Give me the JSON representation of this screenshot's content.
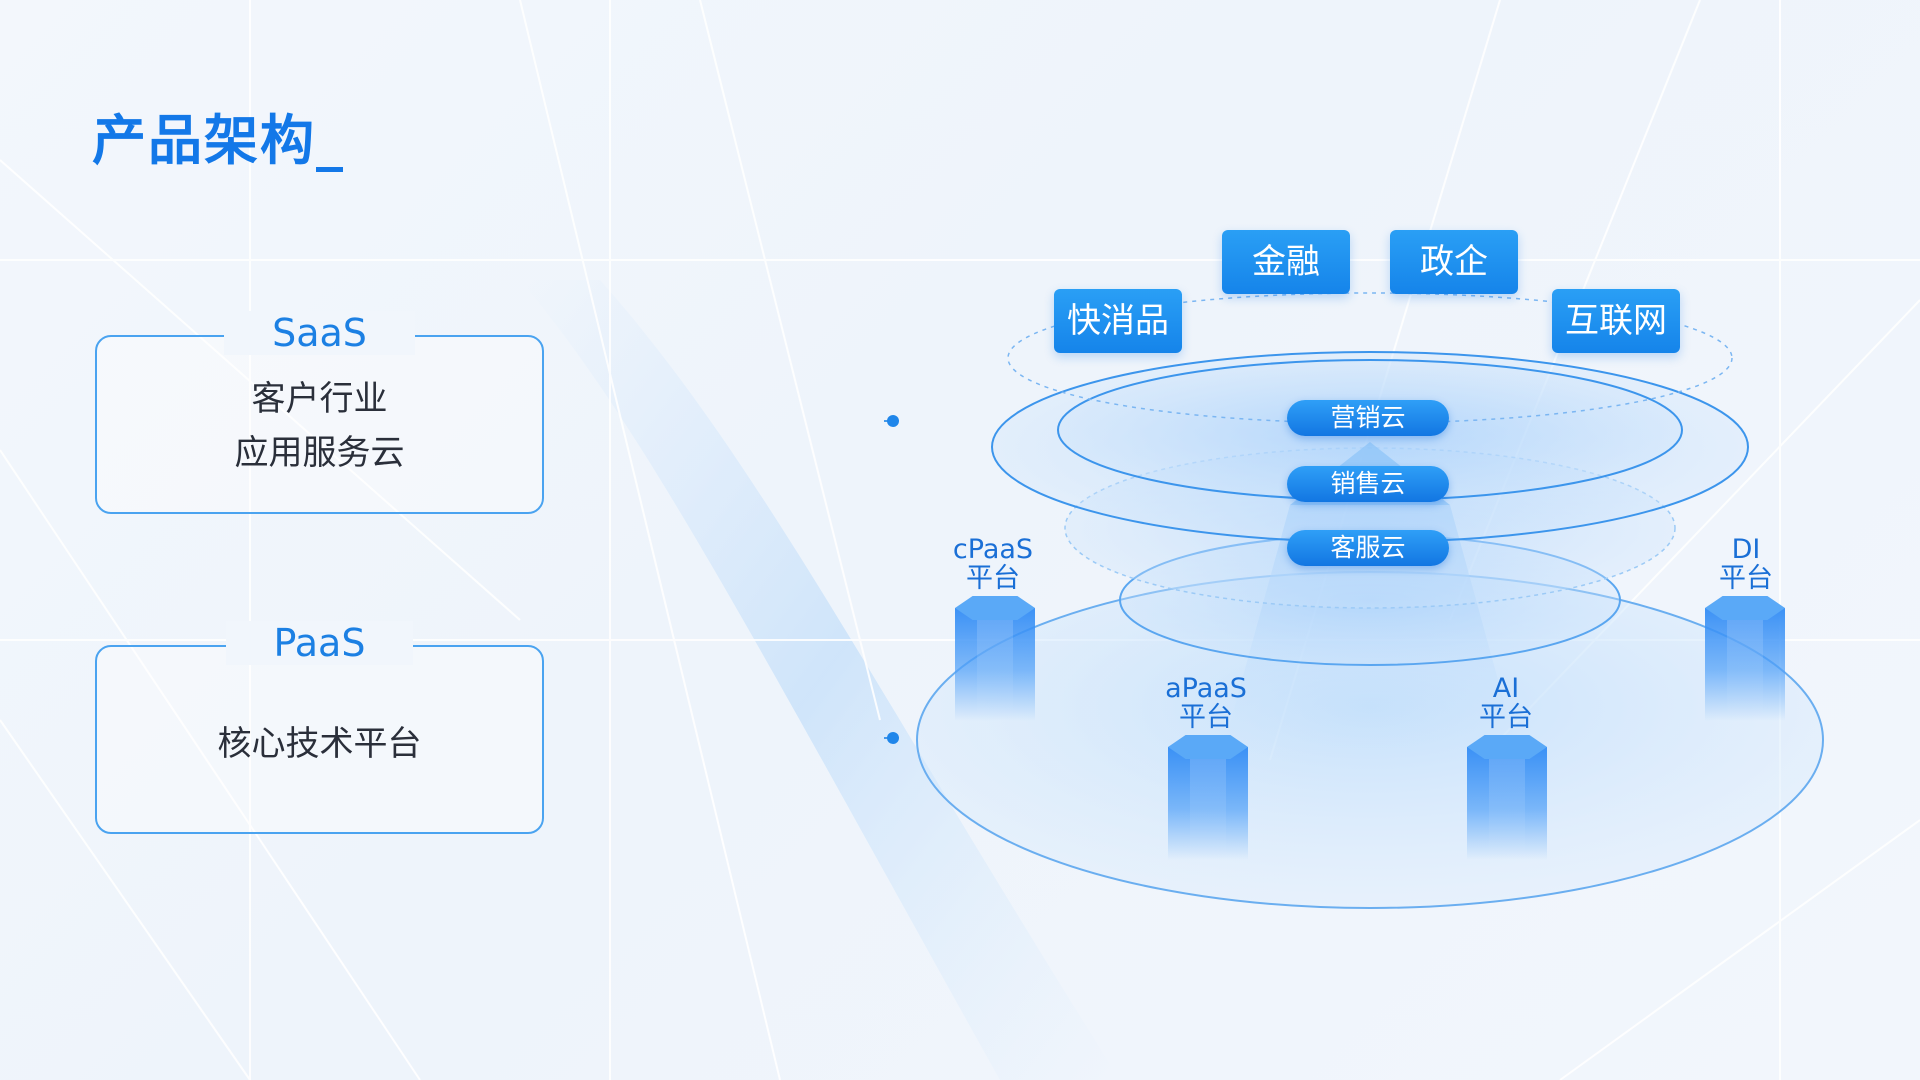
{
  "title": "产品架构_",
  "layers": {
    "saas": {
      "name": "SaaS",
      "lines": [
        "客户行业",
        "应用服务云"
      ]
    },
    "paas": {
      "name": "PaaS",
      "lines": [
        "核心技术平台"
      ]
    }
  },
  "industries": [
    "金融",
    "政企",
    "快消品",
    "互联网"
  ],
  "clouds": [
    "营销云",
    "销售云",
    "客服云"
  ],
  "platforms": {
    "cpaas": [
      "cPaaS",
      "平台"
    ],
    "apaas": [
      "aPaaS",
      "平台"
    ],
    "ai": [
      "AI",
      "平台"
    ],
    "di": [
      "DI",
      "平台"
    ]
  },
  "colors": {
    "accent": "#1378e8",
    "primary": "#1c80e3",
    "text": "#2a2f3a"
  }
}
